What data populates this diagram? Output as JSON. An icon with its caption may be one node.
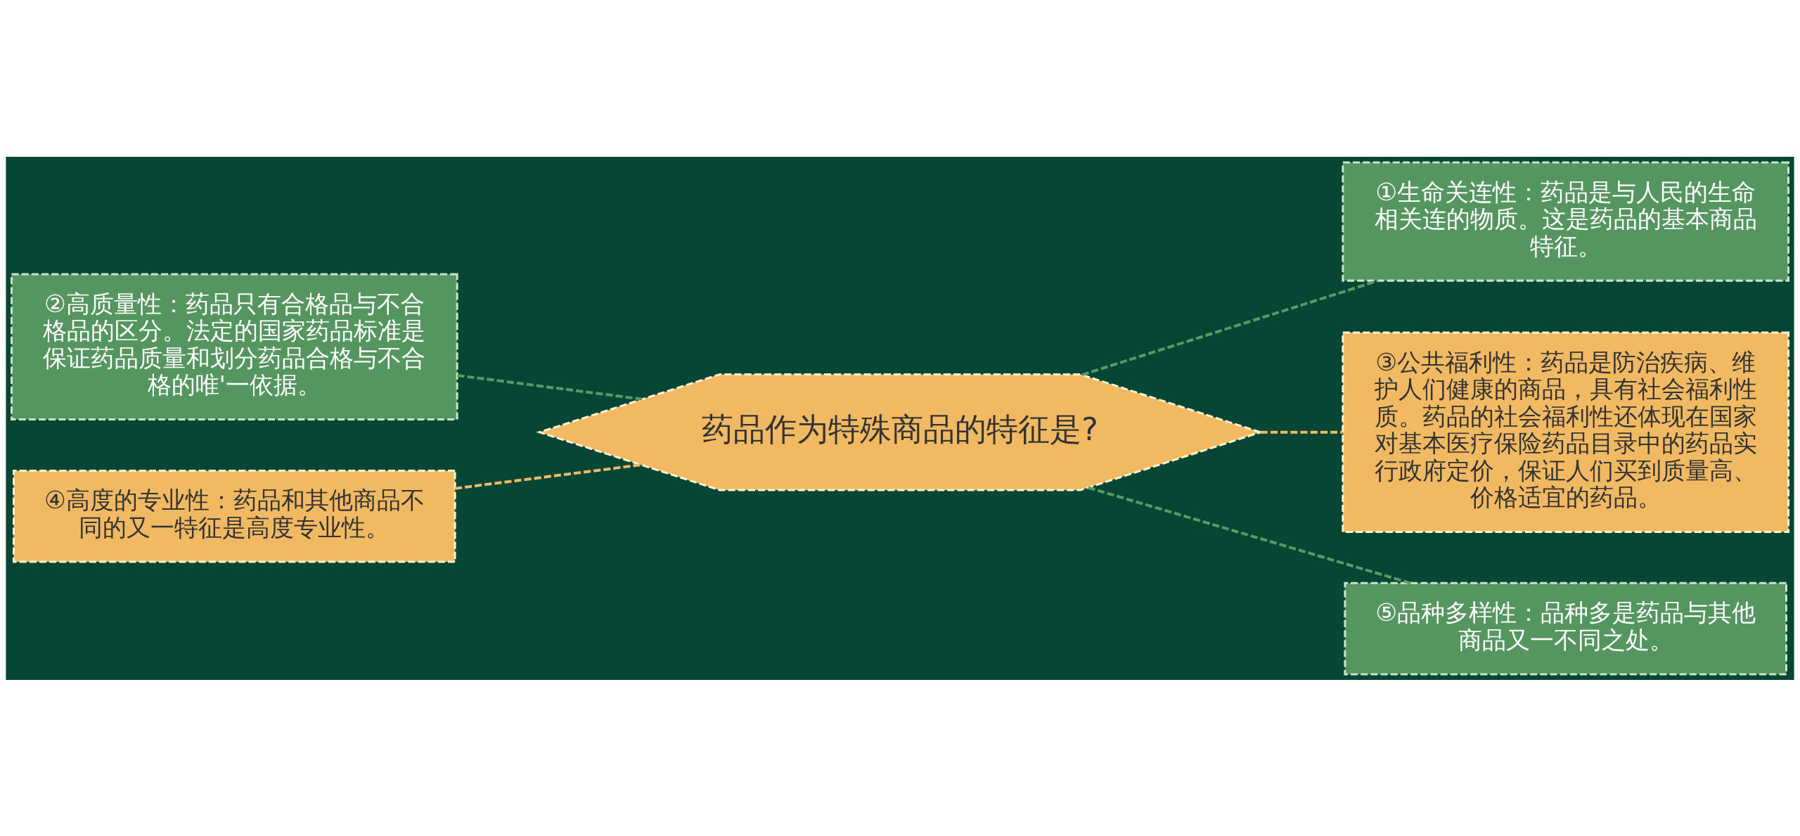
{
  "diagram": {
    "nodes": [
      {
        "text": [
          "药品作为特殊商品的特征是?"
        ]
      },
      {
        "text": [
          "①生命关连性：药品是与人民的生命相关连的物质。这是药品的基本商品特征。"
        ]
      },
      {
        "text": [
          "②高质量性：药品只有合格品与不合格品的区分。法定的国家药品标准是保证药品质量和划分药品合格与不合格的唯'一依据。"
        ]
      },
      {
        "text": [
          "③公共福利性：药品是防治疾病、维护人们健康的商品，具有社会福利性质。药品的社会福利性还体现在国家对基本医疗保险药品目录中的药品实行政府定价，保证人们买到质量高、价格适宜的药品。"
        ]
      },
      {
        "text": [
          "④高度的专业性：药品和其他商品不同的又一特征是高度专业性。"
        ]
      },
      {
        "text": [
          "⑤品种多样性：品种多是药品与其他商品又一不同之处。"
        ]
      }
    ],
    "edges": [
      {
        "from": 0,
        "to": 1,
        "arrow": "none",
        "style": "dashed"
      },
      {
        "from": 0,
        "to": 2,
        "arrow": "none",
        "style": "dashed"
      },
      {
        "from": 0,
        "to": 3,
        "arrow": "none",
        "style": "dashed",
        "color": "#f0b962"
      },
      {
        "from": 0,
        "to": 4,
        "arrow": "none",
        "style": "dashed",
        "color": "#f0b962"
      },
      {
        "from": 0,
        "to": 5,
        "arrow": "none",
        "style": "dashed"
      }
    ]
  }
}
